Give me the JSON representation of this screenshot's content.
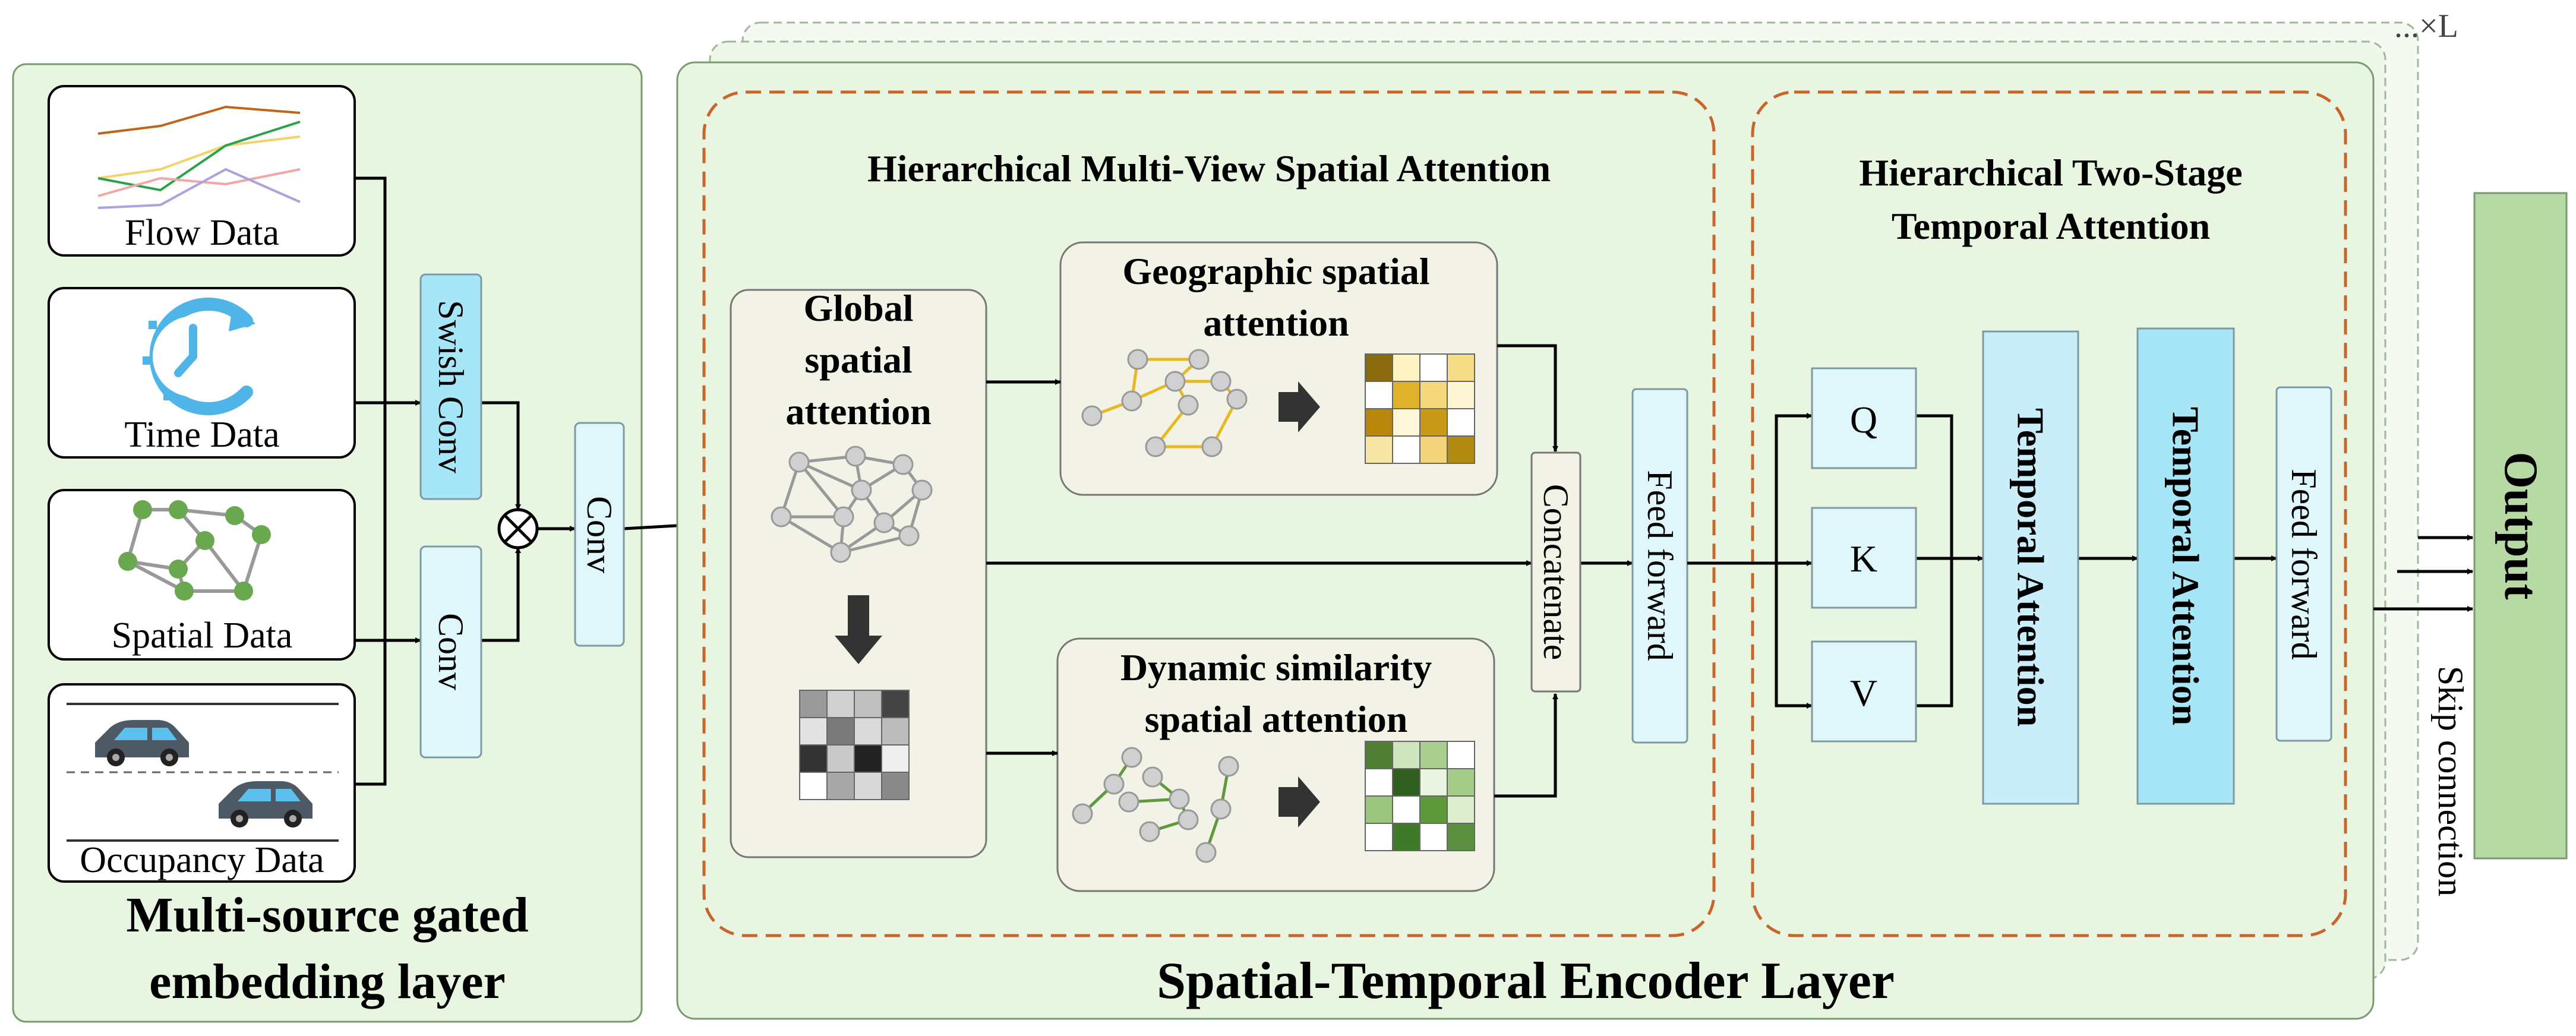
{
  "repeat_label": "...×L",
  "embedding": {
    "title_line1": "Multi-source gated",
    "title_line2": "embedding layer",
    "inputs": [
      {
        "label": "Flow Data",
        "icon": "line-chart-icon"
      },
      {
        "label": "Time Data",
        "icon": "clock-icon"
      },
      {
        "label": "Spatial Data",
        "icon": "graph-icon"
      },
      {
        "label": "Occupancy Data",
        "icon": "road-cars-icon"
      }
    ],
    "swish_conv": "Swish Conv",
    "conv_lower": "Conv",
    "conv_merge": "Conv",
    "multiply_symbol": "⊗"
  },
  "encoder": {
    "title": "Spatial-Temporal Encoder Layer",
    "spatial": {
      "title": "Hierarchical Multi-View Spatial Attention",
      "global_line1": "Global",
      "global_line2": "spatial",
      "global_line3": "attention",
      "geo_line1": "Geographic spatial",
      "geo_line2": "attention",
      "dyn_line1": "Dynamic similarity",
      "dyn_line2": "spatial attention"
    },
    "concatenate": "Concatenate",
    "feed_forward_1": "Feed forward",
    "temporal": {
      "title_line1": "Hierarchical Two-Stage",
      "title_line2": "Temporal Attention",
      "q": "Q",
      "k": "K",
      "v": "V",
      "attn1": "Temporal Attention",
      "attn2": "Temporal Attention"
    },
    "feed_forward_2": "Feed forward"
  },
  "skip_connection": "Skip connection",
  "output": "Output",
  "colors": {
    "panel_green": "#e8f5e1",
    "panel_border": "#7a9a70",
    "dashed_orange": "#c8652a",
    "light_blue": "#dff6fb",
    "cyan": "#a7e6f7",
    "output_green": "#b7d9a4",
    "gold": "#c49a12",
    "leaf_green": "#5e9a3c",
    "node_gray": "#cfcfcf"
  }
}
